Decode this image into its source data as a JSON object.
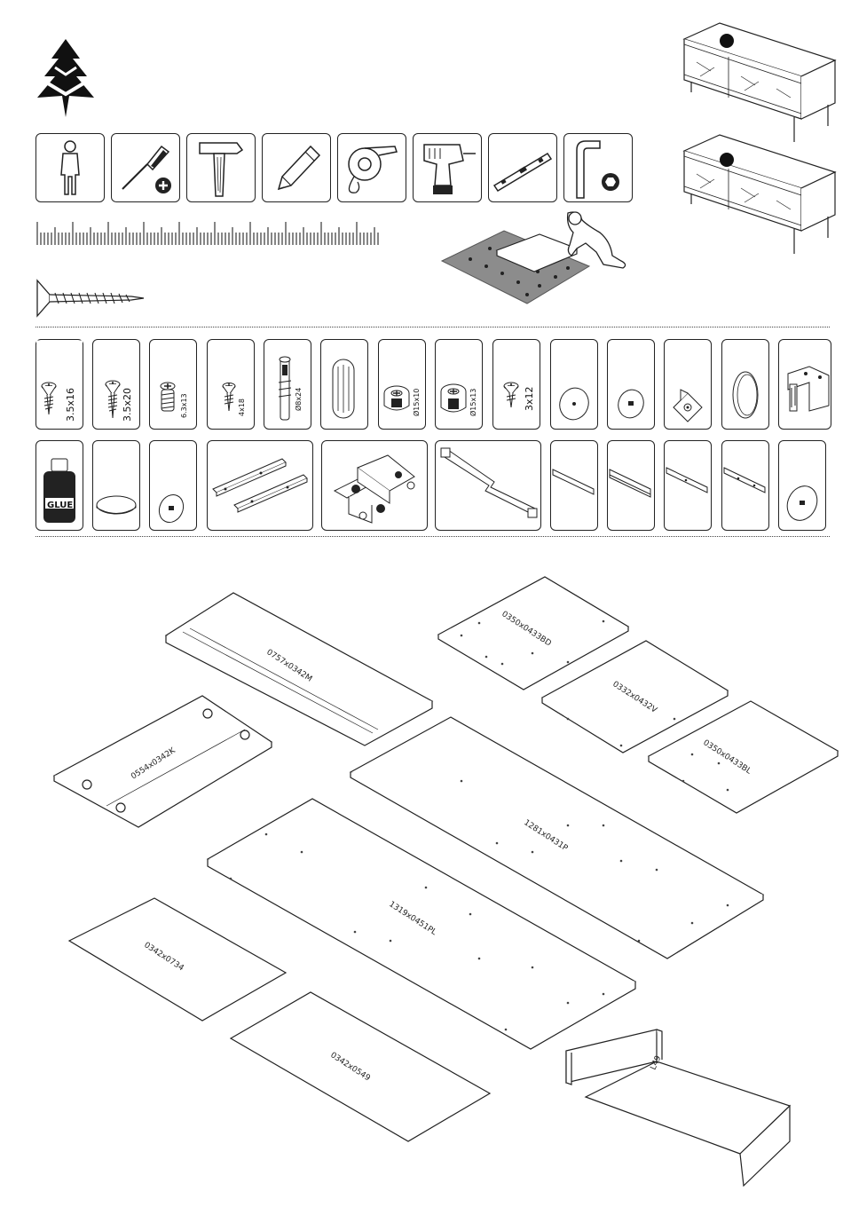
{
  "parts_row1": [
    {
      "id": "screw-3.5x16",
      "label": "3.5x16"
    },
    {
      "id": "screw-3.5x20",
      "label": "3.5x20"
    },
    {
      "id": "euro-screw-6.3x13",
      "label": "6.3x13"
    },
    {
      "id": "screw-4x18",
      "label": "4x18"
    },
    {
      "id": "connector-bolt",
      "label": "Ø8x24"
    },
    {
      "id": "wood-dowel",
      "label": ""
    },
    {
      "id": "cam-lock-15x10",
      "label": "Ø15x10"
    },
    {
      "id": "cam-lock-15x13",
      "label": "Ø15x13"
    },
    {
      "id": "screw-3x12",
      "label": "3x12"
    },
    {
      "id": "felt-pad-a",
      "label": ""
    },
    {
      "id": "felt-pad-b",
      "label": ""
    },
    {
      "id": "angle-bracket",
      "label": ""
    },
    {
      "id": "cover-cap",
      "label": ""
    },
    {
      "id": "mounting-plate",
      "label": ""
    }
  ],
  "parts_row2": [
    {
      "id": "glue",
      "label": "GLUE"
    },
    {
      "id": "round-disc",
      "label": ""
    },
    {
      "id": "disc-glide",
      "label": ""
    },
    {
      "id": "drawer-runners",
      "label": ""
    },
    {
      "id": "hinge",
      "label": ""
    },
    {
      "id": "wall-strap",
      "label": ""
    },
    {
      "id": "profile-a",
      "label": ""
    },
    {
      "id": "profile-b",
      "label": ""
    },
    {
      "id": "profile-c",
      "label": ""
    },
    {
      "id": "profile-d",
      "label": ""
    },
    {
      "id": "glide-e",
      "label": ""
    }
  ],
  "panels": [
    {
      "id": "panel-0757",
      "label": "0757x0342M"
    },
    {
      "id": "panel-0350-bd",
      "label": "0350x0433BD"
    },
    {
      "id": "panel-0332",
      "label": "0332x0432V"
    },
    {
      "id": "panel-0350-bl",
      "label": "0350x0433BL"
    },
    {
      "id": "panel-0554",
      "label": "0554x0342K"
    },
    {
      "id": "panel-1281",
      "label": "1281x0431P"
    },
    {
      "id": "panel-1319",
      "label": "1319x0451PL"
    },
    {
      "id": "panel-0342x0734",
      "label": "0342x0734"
    },
    {
      "id": "panel-0342x0549",
      "label": "0342x0549"
    },
    {
      "id": "drawer-box",
      "label": "L49"
    }
  ],
  "colors": {
    "line": "#222222",
    "mat": "#8c8c8c",
    "fill": "#ffffff"
  }
}
